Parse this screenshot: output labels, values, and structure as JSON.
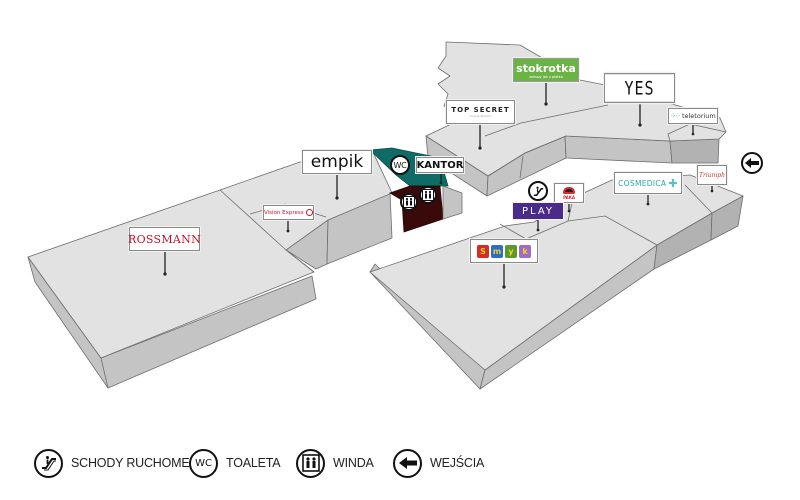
{
  "map": {
    "floor_color": "#e2e2e2",
    "wall_color": "#c4c4c4",
    "wc_area_color": "#0e6b66",
    "elevator_area_color": "#3a0a0a",
    "stores": [
      {
        "id": "rossmann",
        "name": "ROSSMANN",
        "color": "#c8102e"
      },
      {
        "id": "vision-express",
        "name": "Vision Express",
        "color": "#c8102e"
      },
      {
        "id": "empik",
        "name": "empik",
        "color": "#111111"
      },
      {
        "id": "kantor",
        "name": "KANTOR",
        "color": "#111111"
      },
      {
        "id": "top-secret",
        "name": "TOP SECRET",
        "tagline": "simple fashion",
        "color": "#222222"
      },
      {
        "id": "stokrotka",
        "name": "stokrotka",
        "tagline": "zakupy jak z platka",
        "color": "#6ab445"
      },
      {
        "id": "yes",
        "name": "YES",
        "color": "#111111"
      },
      {
        "id": "teletorium",
        "name": "teletorium",
        "color": "#1aa0c8"
      },
      {
        "id": "play",
        "name": "PLAY",
        "color": "#4b2b8a"
      },
      {
        "id": "paka",
        "name": "PAKA",
        "color": "#d32f2f"
      },
      {
        "id": "smyk",
        "name": "Smyk",
        "letters": [
          "S",
          "m",
          "y",
          "k"
        ],
        "colors": [
          "#d62b2b",
          "#2a6fd0",
          "#5a9a2a",
          "#9b6cc8"
        ]
      },
      {
        "id": "cosmedica",
        "name": "COSMEDICA",
        "color": "#2aa8a8"
      },
      {
        "id": "triumph",
        "name": "Triumph",
        "color": "#c0392b"
      }
    ],
    "facilities": {
      "wc_label": "WC"
    }
  },
  "legend": {
    "items": [
      {
        "icon": "escalator-icon",
        "label": "SCHODY RUCHOME"
      },
      {
        "icon": "wc-icon",
        "label": "TOALETA",
        "glyph": "WC"
      },
      {
        "icon": "elevator-icon",
        "label": "WINDA"
      },
      {
        "icon": "entrance-arrow-icon",
        "label": "WEJŚCIA"
      }
    ]
  }
}
